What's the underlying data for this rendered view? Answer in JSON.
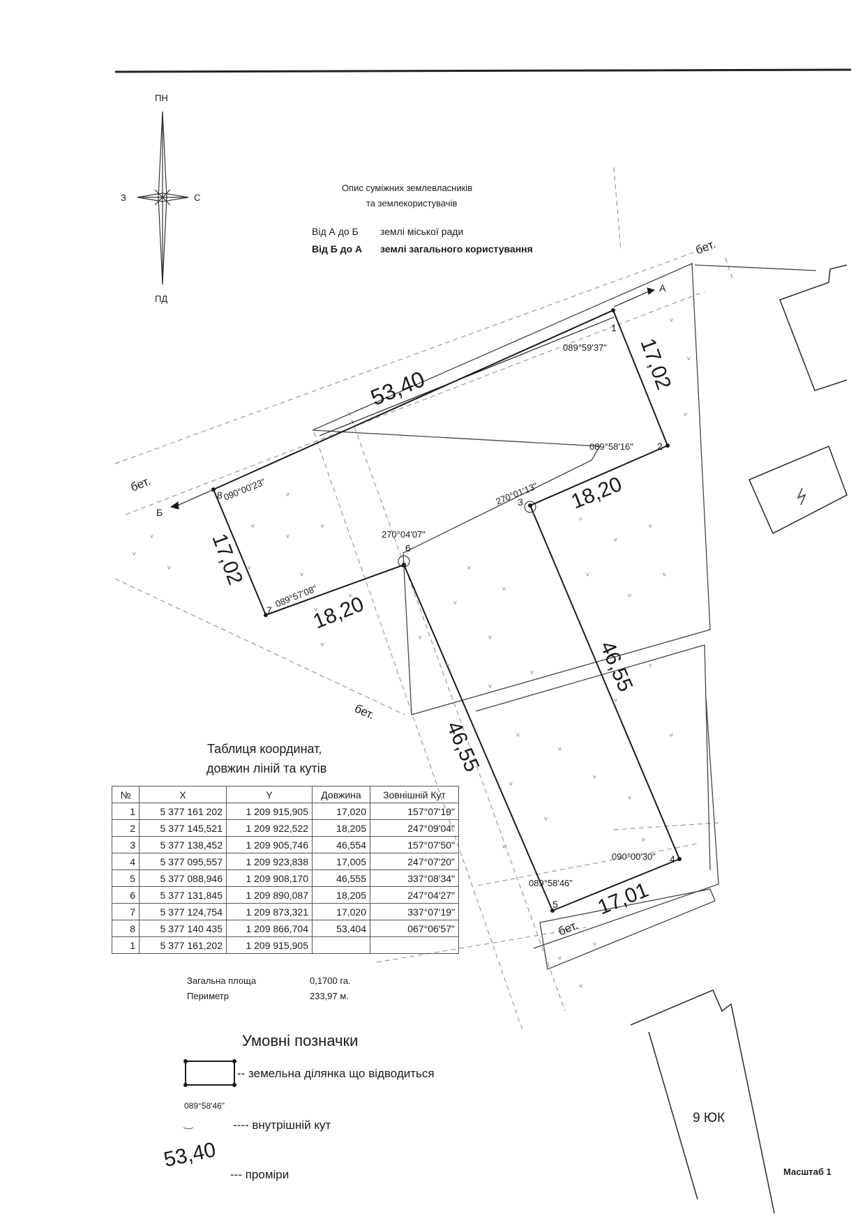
{
  "compass": {
    "north": "ПН",
    "south": "ПД",
    "west": "З",
    "east": "С"
  },
  "adjacent": {
    "title_line1": "Опис суміжних землевласників",
    "title_line2": "та землекористувачів",
    "row1_from": "Від А до Б",
    "row1_desc": "землі міської ради",
    "row2_from": "Від Б до А",
    "row2_desc": "землі загального користування"
  },
  "plan": {
    "road_label": "бет.",
    "point_A": "А",
    "point_B": "Б",
    "building_label": "9 ЮК",
    "dimensions": [
      "53,40",
      "17,02",
      "18,20",
      "17,02",
      "18,20",
      "46,55",
      "46,55",
      "17,01"
    ],
    "angles": [
      "089°59'37\"",
      "089°58'16\"",
      "270°01'13\"",
      "270°04'07\"",
      "089°57'08\"",
      "090°00'23\"",
      "090°00'30\"",
      "089°58'46\""
    ],
    "point_numbers": [
      "1",
      "2",
      "3",
      "4",
      "5",
      "6",
      "7",
      "8"
    ]
  },
  "coord_table": {
    "title_line1": "Таблиця координат,",
    "title_line2": "довжин ліній та кутів",
    "headers": [
      "№",
      "X",
      "Y",
      "Довжина",
      "Зовнішній Кут"
    ],
    "rows": [
      [
        "1",
        "5 377 161 202",
        "1 209 915,905",
        "17,020",
        "157°07'19\""
      ],
      [
        "2",
        "5 377 145,521",
        "1 209 922,522",
        "18,205",
        "247°09'04\""
      ],
      [
        "3",
        "5 377 138,452",
        "1 209 905,746",
        "46,554",
        "157°07'50\""
      ],
      [
        "4",
        "5 377 095,557",
        "1 209 923,838",
        "17,005",
        "247°07'20\""
      ],
      [
        "5",
        "5 377 088,946",
        "1 209 908,170",
        "46,555",
        "337°08'34\""
      ],
      [
        "6",
        "5 377 131,845",
        "1 209 890,087",
        "18,205",
        "247°04'27\""
      ],
      [
        "7",
        "5 377 124,754",
        "1 209 873,321",
        "17,020",
        "337°07'19\""
      ],
      [
        "8",
        "5 377 140 435",
        "1 209 866,704",
        "53,404",
        "067°06'57\""
      ],
      [
        "1",
        "5 377 161,202",
        "1 209 915,905",
        "",
        ""
      ]
    ]
  },
  "summary": {
    "area_label": "Загальна площа",
    "area_value": "0,1700 га.",
    "perimeter_label": "Периметр",
    "perimeter_value": "233,97 м."
  },
  "legend": {
    "title": "Умовні позначки",
    "item1": "-- земельна ділянка що відводиться",
    "item2_sample": "089°58'46\"",
    "item2": "---- внутрішній кут",
    "item3_sample": "53,40",
    "item3": "--- проміри"
  },
  "scale_label": "Масштаб 1"
}
